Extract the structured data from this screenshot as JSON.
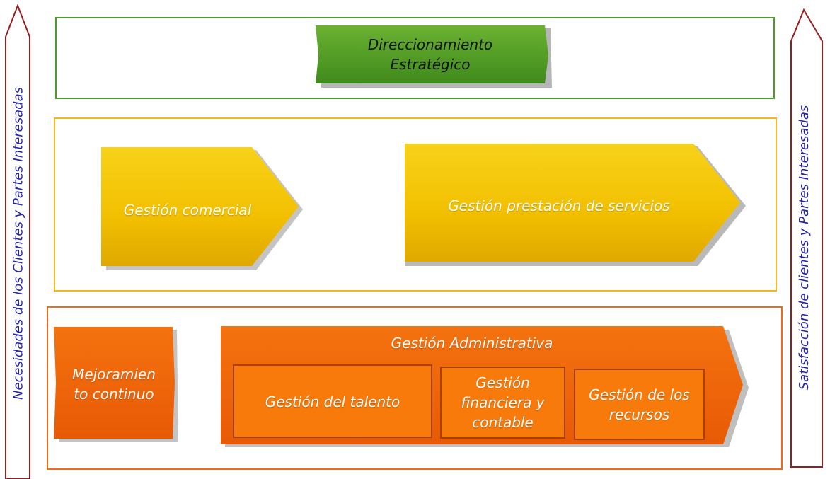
{
  "left_arrow": {
    "label": "Necesidades de los Clientes y Partes Interesadas"
  },
  "right_arrow": {
    "label": "Satisfacción de clientes y Partes Interesadas"
  },
  "strategic": {
    "title": "Direccionamiento\nEstratégico"
  },
  "mission": {
    "commercial": "Gestión comercial",
    "services": "Gestión prestación de servicios"
  },
  "support": {
    "continuous": "Mejoramien\nto continuo",
    "admin_title": "Gestión Administrativa",
    "talent": "Gestión del talento",
    "financial": "Gestión\nfinanciera y\ncontable",
    "resources": "Gestión de los\nrecursos"
  },
  "colors": {
    "green_frame": "#4f9a2a",
    "green_box": "#5a9e2a",
    "yellow_frame": "#f2b71c",
    "yellow_box": "#f3c200",
    "orange_frame": "#ef6a1a",
    "orange_box": "#f2650b",
    "arrow_outline": "#9a1c1c",
    "vertical_text": "#2424b0"
  }
}
